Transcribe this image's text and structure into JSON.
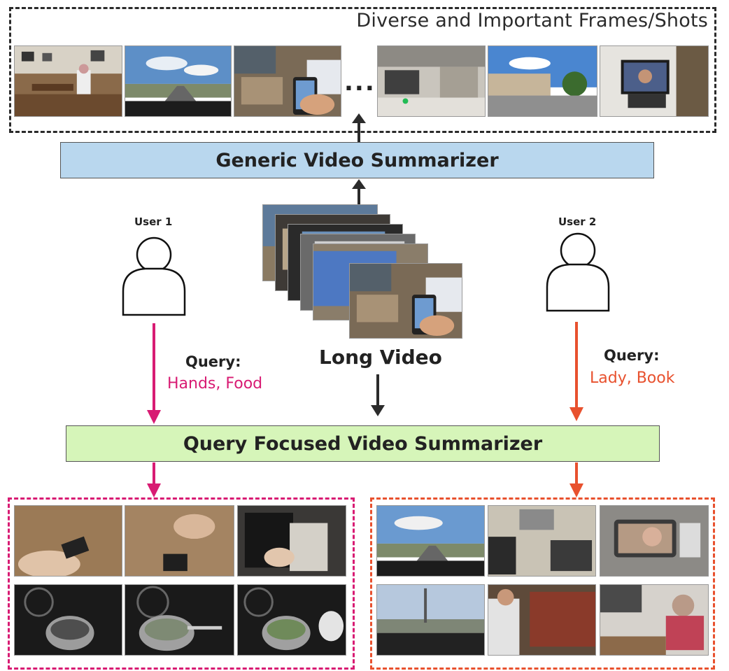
{
  "top_panel": {
    "title": "Diverse and Important Frames/Shots",
    "ellipsis": "..."
  },
  "generic_box": {
    "label": "Generic Video Summarizer"
  },
  "query_box": {
    "label": "Query Focused Video Summarizer"
  },
  "center": {
    "label": "Long Video"
  },
  "user1": {
    "label": "User 1",
    "query_label": "Query:",
    "query_text": "Hands, Food"
  },
  "user2": {
    "label": "User 2",
    "query_label": "Query:",
    "query_text": "Lady, Book"
  },
  "colors": {
    "user1": "#d81b73",
    "user2": "#e8512e",
    "arrow": "#2b2b2b",
    "generic_fill": "#b9d7ee",
    "query_fill": "#d6f5b9"
  },
  "frame_contents": {
    "top": [
      "cafe-interior",
      "highway-drive",
      "phone-in-hands",
      "mall-atrium",
      "parking-lot",
      "tv-screen"
    ],
    "left": [
      "phone-on-floor",
      "phone-and-hands",
      "book-tablet",
      "stove-pot",
      "stove-pot-spoon",
      "stove-pot-herbs"
    ],
    "right": [
      "highway-drive",
      "kitchen-counter",
      "car-mirror-lady",
      "car-windshield",
      "grocery-aisle",
      "lady-at-table"
    ]
  }
}
